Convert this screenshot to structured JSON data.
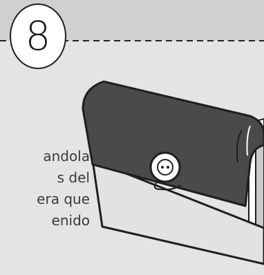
{
  "step": {
    "number": "8"
  },
  "instruction": {
    "lines": [
      "andola",
      "s del",
      "era que",
      "enido"
    ]
  },
  "colors": {
    "top_band": "#d0d0d0",
    "background": "#e4e4e4",
    "flap": "#4a4a4a",
    "envelope_body": "#e2e2e2",
    "outline": "#1e1e1e"
  },
  "icons": {
    "button": "button-icon",
    "illustration": "envelope-fold-illustration"
  }
}
